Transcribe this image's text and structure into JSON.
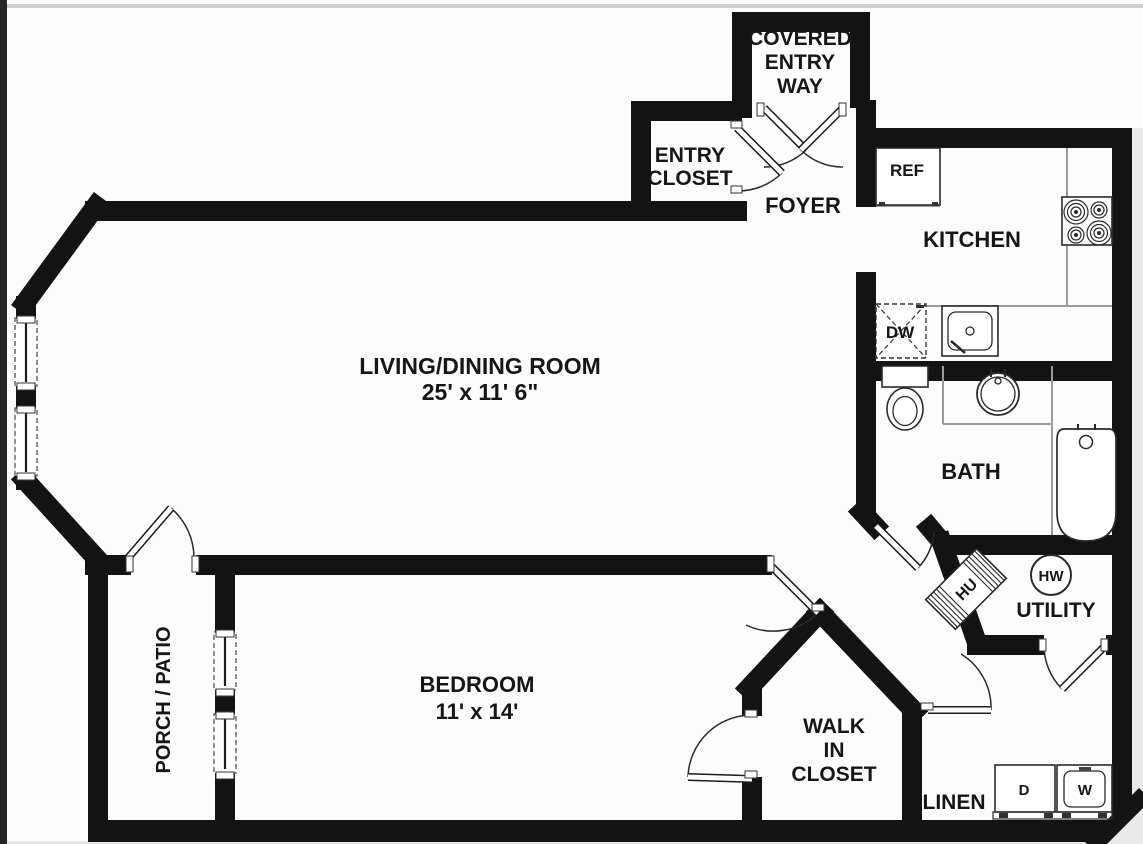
{
  "meta": {
    "type": "residential floor plan"
  },
  "colors": {
    "wall": "#131313",
    "fixture_outline": "#2a2a2a",
    "counter_line": "#9a9a9a",
    "room_fill": "#ffffff",
    "page_margin": "#ebebeb",
    "left_edge_strip": "#262626",
    "top_edge_line": "#cfcfcf",
    "label_text": "#161616"
  },
  "rooms": {
    "covered_entry": {
      "line1": "COVERED",
      "line2": "ENTRY",
      "line3": "WAY"
    },
    "entry_closet": {
      "line1": "ENTRY",
      "line2": "CLOSET"
    },
    "foyer": {
      "label": "FOYER"
    },
    "kitchen": {
      "label": "KITCHEN"
    },
    "living_dining": {
      "label": "LIVING/DINING ROOM",
      "dims": "25' x 11' 6\""
    },
    "bath": {
      "label": "BATH"
    },
    "utility": {
      "label": "UTILITY"
    },
    "linen": {
      "label": "LINEN"
    },
    "walk_in_closet": {
      "line1": "WALK",
      "line2": "IN",
      "line3": "CLOSET"
    },
    "bedroom": {
      "label": "BEDROOM",
      "dims": "11' x 14'"
    },
    "porch": {
      "label": "PORCH / PATIO"
    }
  },
  "fixtures": {
    "refrigerator": "REF",
    "dishwasher": "DW",
    "water_heater": "HW",
    "heating_unit": "HU",
    "dryer": "D",
    "washer": "W"
  }
}
